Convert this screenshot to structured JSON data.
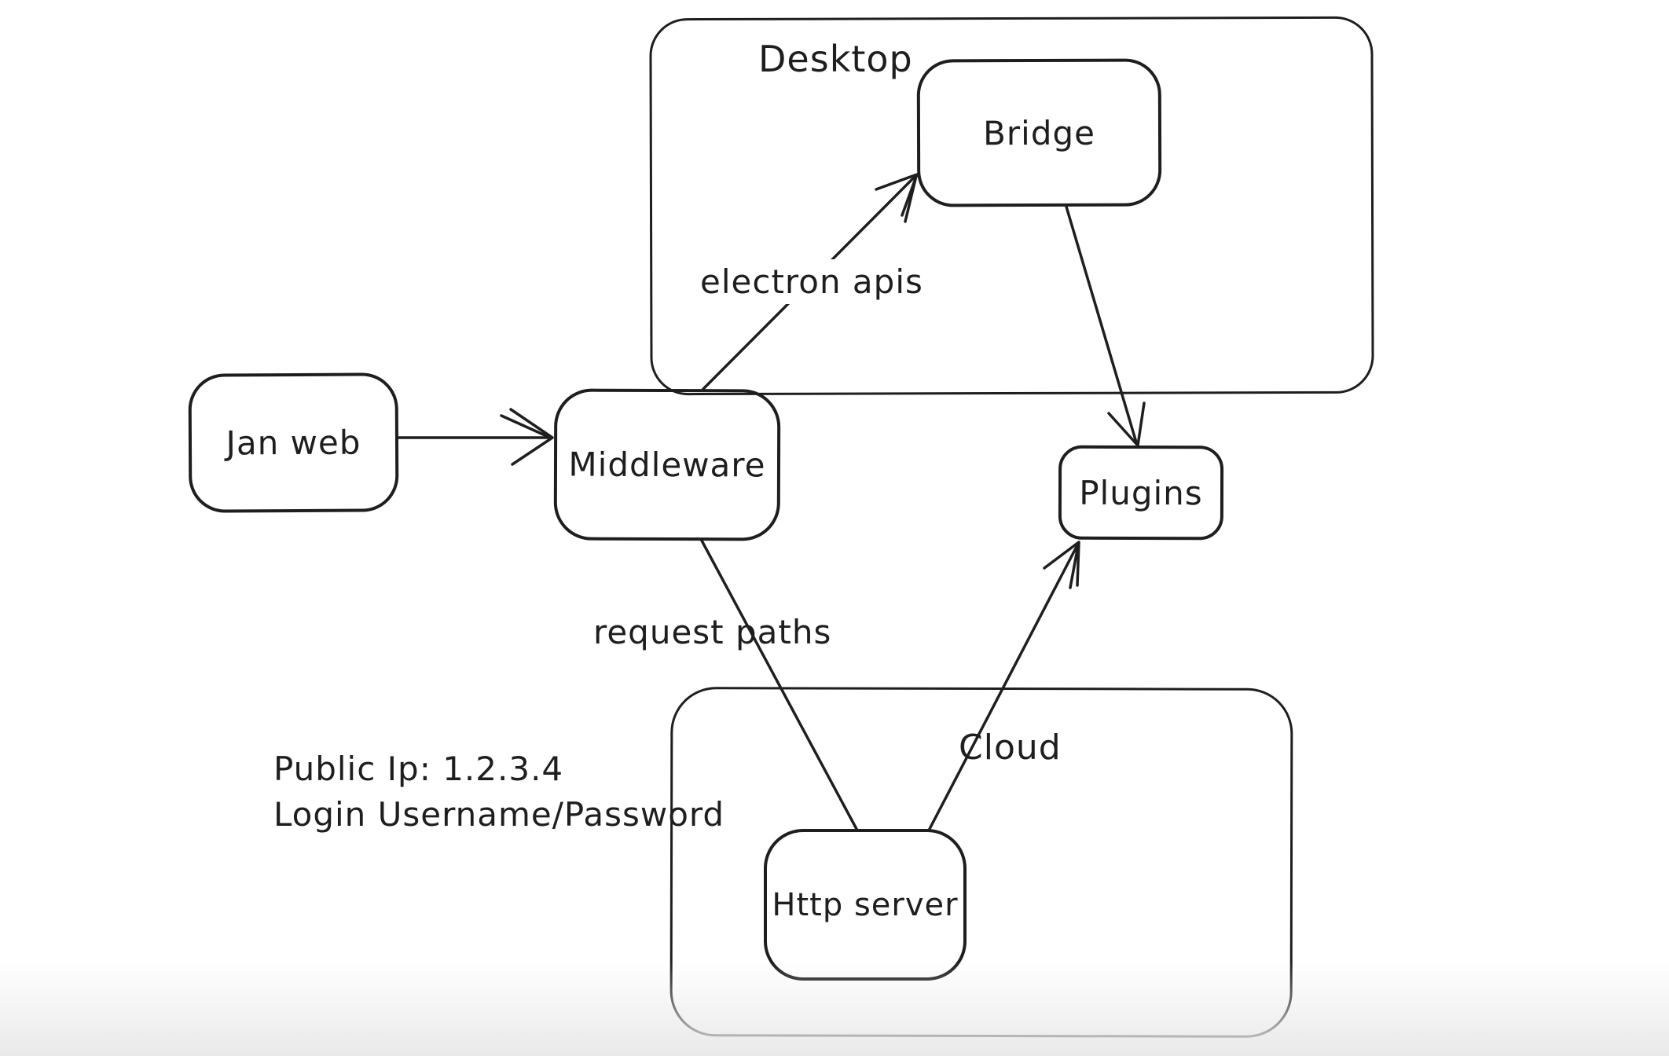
{
  "diagram": {
    "colors": {
      "stroke": "#1e1e1e",
      "background": "#ffffff"
    },
    "containers": [
      {
        "id": "desktop",
        "label": "Desktop"
      },
      {
        "id": "cloud",
        "label": "Cloud"
      }
    ],
    "nodes": [
      {
        "id": "jan-web",
        "label": "Jan web"
      },
      {
        "id": "middleware",
        "label": "Middleware"
      },
      {
        "id": "bridge",
        "label": "Bridge"
      },
      {
        "id": "plugins",
        "label": "Plugins"
      },
      {
        "id": "http-server",
        "label": "Http server"
      }
    ],
    "edges": [
      {
        "from": "jan-web",
        "to": "middleware",
        "label": "",
        "arrowhead": "at-middleware"
      },
      {
        "from": "middleware",
        "to": "bridge",
        "label": "electron apis",
        "arrowhead": "at-bridge"
      },
      {
        "from": "bridge",
        "to": "plugins",
        "label": "",
        "arrowhead": "at-plugins-top"
      },
      {
        "from": "middleware",
        "to": "http-server",
        "label": "request paths",
        "arrowhead": "none"
      },
      {
        "from": "http-server",
        "to": "plugins",
        "label": "",
        "arrowhead": "at-plugins-bottom"
      }
    ],
    "annotation": {
      "line1": "Public Ip: 1.2.3.4",
      "line2": "Login Username/Password"
    }
  }
}
